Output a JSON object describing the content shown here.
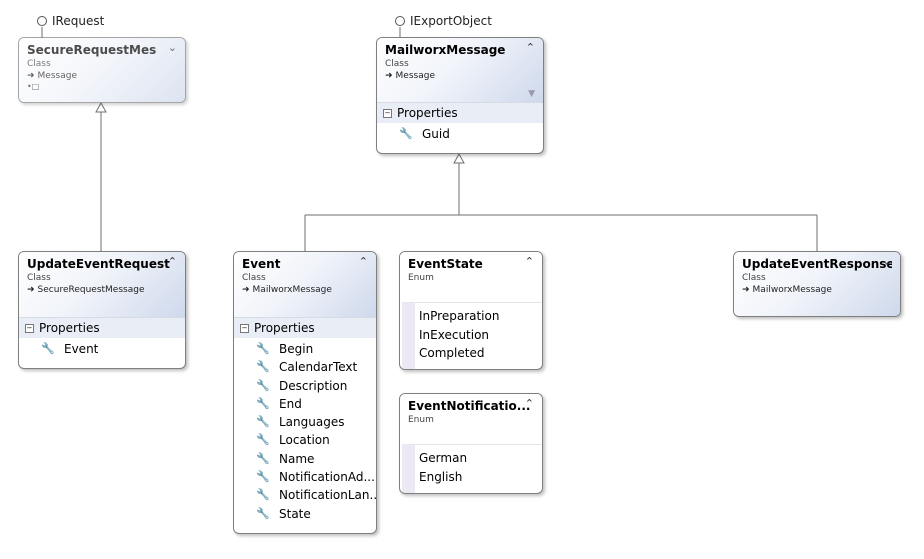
{
  "interfaces": {
    "irequest": "IRequest",
    "iexportobject": "IExportObject"
  },
  "icons": {
    "interface": "lollipop-icon",
    "collapse": "chevron-up-double-icon",
    "expand": "chevron-down-double-icon",
    "property": "wrench-icon",
    "inheritance": "inherit-arrow-icon",
    "filter": "filter-icon",
    "section_toggle": "minus-box-icon"
  },
  "secure_request_message": {
    "title": "SecureRequestMess...",
    "kind": "Class",
    "base": "Message"
  },
  "mailworx_message": {
    "title": "MailworxMessage",
    "kind": "Class",
    "base": "Message",
    "section": "Properties",
    "properties": [
      "Guid"
    ]
  },
  "update_event_request": {
    "title": "UpdateEventRequest",
    "kind": "Class",
    "base": "SecureRequestMessage",
    "section": "Properties",
    "properties": [
      "Event"
    ]
  },
  "event": {
    "title": "Event",
    "kind": "Class",
    "base": "MailworxMessage",
    "section": "Properties",
    "properties": [
      "Begin",
      "CalendarText",
      "Description",
      "End",
      "Languages",
      "Location",
      "Name",
      "NotificationAd...",
      "NotificationLan...",
      "State"
    ]
  },
  "event_state": {
    "title": "EventState",
    "kind": "Enum",
    "values": [
      "InPreparation",
      "InExecution",
      "Completed"
    ]
  },
  "event_notification": {
    "title": "EventNotificatio...",
    "kind": "Enum",
    "values": [
      "German",
      "English"
    ]
  },
  "update_event_response": {
    "title": "UpdateEventResponse",
    "kind": "Class",
    "base": "MailworxMessage"
  }
}
